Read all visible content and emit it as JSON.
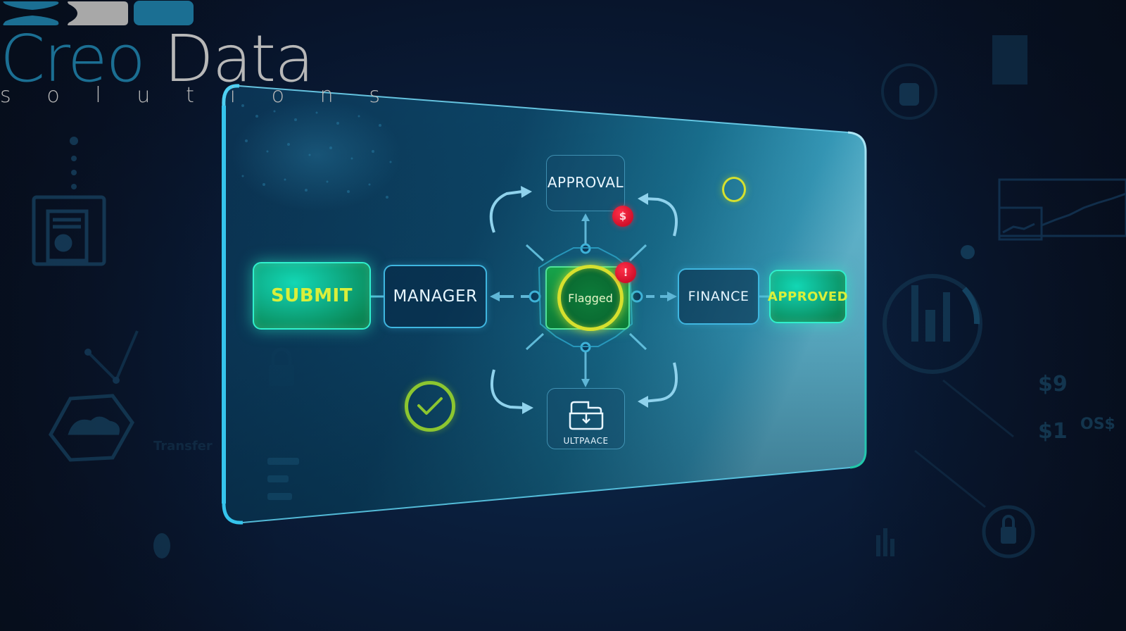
{
  "logo": {
    "word_primary": "Creo",
    "word_secondary": "Data",
    "subtitle_letters": [
      "s",
      "o",
      "l",
      "u",
      "t",
      "i",
      "o",
      "n",
      "s"
    ],
    "colors": {
      "primary": "#1b6f93",
      "secondary": "#b8b8b8"
    }
  },
  "workflow": {
    "nodes": {
      "submit": "SUBMIT",
      "manager": "MANAGER",
      "approval": "APPROVAL",
      "flagged": "Flagged",
      "finance": "FINANCE",
      "approved": "APPROVED",
      "archive": "ULTPAACE"
    },
    "badges": {
      "approval_alert": "$",
      "flagged_alert": "!"
    },
    "icons": {
      "status_ring": "status-ring-icon",
      "checkmark": "check-circle-icon",
      "archive_tray": "inbox-download-icon"
    },
    "colors": {
      "green_node": "#0fb48f",
      "green_text": "#d9ef3b",
      "outline": "#3fb6e0",
      "alert_red": "#d10f2a",
      "ring_yellow": "#d6e02e",
      "check_green": "#8cc630"
    }
  },
  "background": {
    "labels": [
      "Transfer",
      "$9",
      "$1",
      "OS$"
    ]
  }
}
